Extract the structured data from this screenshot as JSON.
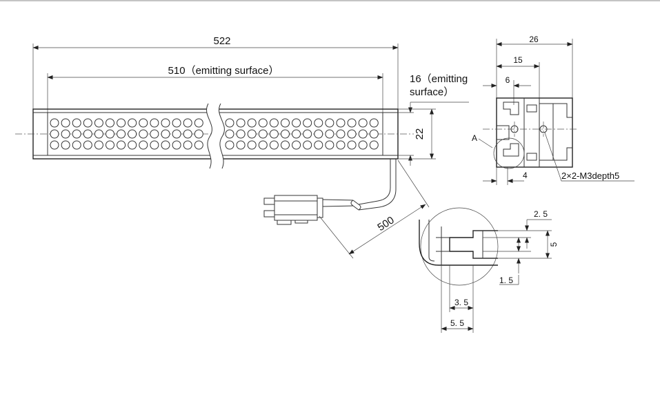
{
  "dimensions": {
    "overall_length": "522",
    "emitting_length": "510（emitting surface）",
    "emitting_width_line1": "16（emitting",
    "emitting_width_line2": "surface）",
    "body_height": "22",
    "cable_length": "500",
    "side_width": "26",
    "side_15": "15",
    "side_6": "6",
    "side_4": "4",
    "detail_label": "A",
    "tapped_holes": "2×2-M3depth5",
    "detail_2_5": "2. 5",
    "detail_5": "5",
    "detail_1_5": "1. 5",
    "detail_3_5": "3. 5",
    "detail_5_5": "5. 5"
  },
  "colors": {
    "line": "#333333",
    "background": "#ffffff"
  },
  "led_grid": {
    "rows": 3,
    "left_columns": 14,
    "right_columns": 14
  }
}
